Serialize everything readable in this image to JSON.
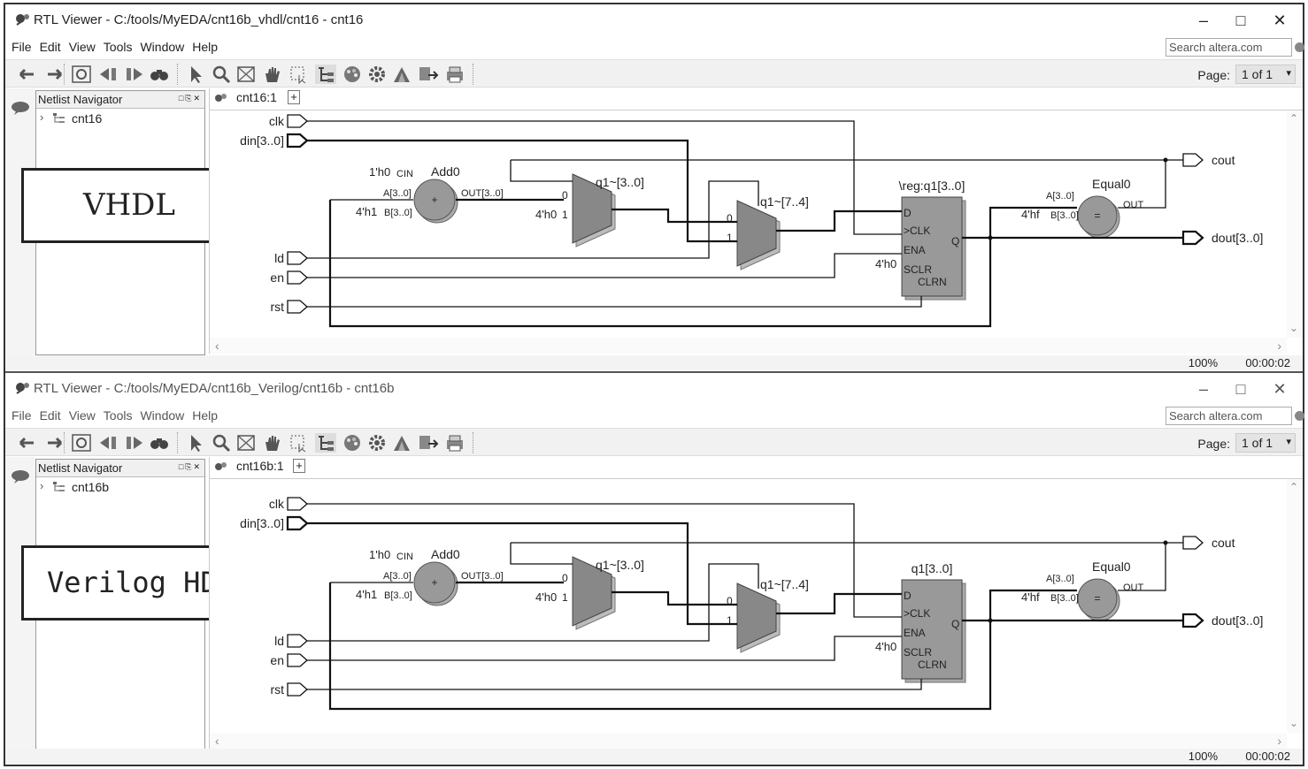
{
  "windows": [
    {
      "title": "RTL Viewer - C:/tools/MyEDA/cnt16b_vhdl/cnt16 - cnt16",
      "menu": [
        "File",
        "Edit",
        "View",
        "Tools",
        "Window",
        "Help"
      ],
      "search_placeholder": "Search altera.com",
      "page_label": "Page:",
      "page_value": "1 of 1",
      "navigator_title": "Netlist Navigator",
      "tree_item": "cnt16",
      "language_label": "VHDL",
      "tab_label": "cnt16:1",
      "zoom": "100%",
      "time": "00:00:02",
      "schematic": {
        "inputs": [
          "clk",
          "din[3..0]",
          "ld",
          "en",
          "rst"
        ],
        "outputs": [
          "cout",
          "dout[3..0]"
        ],
        "adder": {
          "name": "Add0",
          "cin": "1'h0",
          "cin_label": "CIN",
          "a_port": "A[3..0]",
          "b_const": "4'h1",
          "b_port": "B[3..0]",
          "out_port": "OUT[3..0]",
          "symbol": "+"
        },
        "mux1": {
          "name": "q1~[3..0]",
          "in0": "0",
          "in1": "1",
          "const": "4'h0"
        },
        "mux2": {
          "name": "q1~[7..4]",
          "in0": "0",
          "in1": "1"
        },
        "reg": {
          "name": "\\reg:q1[3..0]",
          "ports": [
            "D",
            "CLK",
            "ENA",
            "SCLR",
            "CLRN"
          ],
          "out": "Q",
          "sclr_const": "4'h0"
        },
        "equal": {
          "name": "Equal0",
          "a_port": "A[3..0]",
          "b_const": "4'hf",
          "b_port": "B[3..0]",
          "out_port": "OUT",
          "symbol": "="
        }
      }
    },
    {
      "title": "RTL Viewer - C:/tools/MyEDA/cnt16b_Verilog/cnt16b - cnt16b",
      "menu": [
        "File",
        "Edit",
        "View",
        "Tools",
        "Window",
        "Help"
      ],
      "search_placeholder": "Search altera.com",
      "page_label": "Page:",
      "page_value": "1 of 1",
      "navigator_title": "Netlist Navigator",
      "tree_item": "cnt16b",
      "language_label": "Verilog HDL",
      "tab_label": "cnt16b:1",
      "zoom": "100%",
      "time": "00:00:02",
      "schematic": {
        "inputs": [
          "clk",
          "din[3..0]",
          "ld",
          "en",
          "rst"
        ],
        "outputs": [
          "cout",
          "dout[3..0]"
        ],
        "adder": {
          "name": "Add0",
          "cin": "1'h0",
          "cin_label": "CIN",
          "a_port": "A[3..0]",
          "b_const": "4'h1",
          "b_port": "B[3..0]",
          "out_port": "OUT[3..0]",
          "symbol": "+"
        },
        "mux1": {
          "name": "q1~[3..0]",
          "in0": "0",
          "in1": "1",
          "const": "4'h0"
        },
        "mux2": {
          "name": "q1~[7..4]",
          "in0": "0",
          "in1": "1"
        },
        "reg": {
          "name": "q1[3..0]",
          "ports": [
            "D",
            "CLK",
            "ENA",
            "SCLR",
            "CLRN"
          ],
          "out": "Q",
          "sclr_const": "4'h0"
        },
        "equal": {
          "name": "Equal0",
          "a_port": "A[3..0]",
          "b_const": "4'hf",
          "b_port": "B[3..0]",
          "out_port": "OUT",
          "symbol": "="
        }
      }
    }
  ],
  "icons": {
    "window_controls": [
      "minimize-icon",
      "maximize-icon",
      "close-icon"
    ],
    "toolbar": [
      "back-icon",
      "forward-icon",
      "refresh-icon",
      "step-back-icon",
      "step-forward-icon",
      "binoculars-icon",
      "select-icon",
      "zoom-icon",
      "fit-icon",
      "hand-icon",
      "marquee-icon",
      "hierarchy-icon",
      "palette-icon",
      "settings-icon",
      "filter-icon",
      "export-icon",
      "print-icon"
    ]
  }
}
